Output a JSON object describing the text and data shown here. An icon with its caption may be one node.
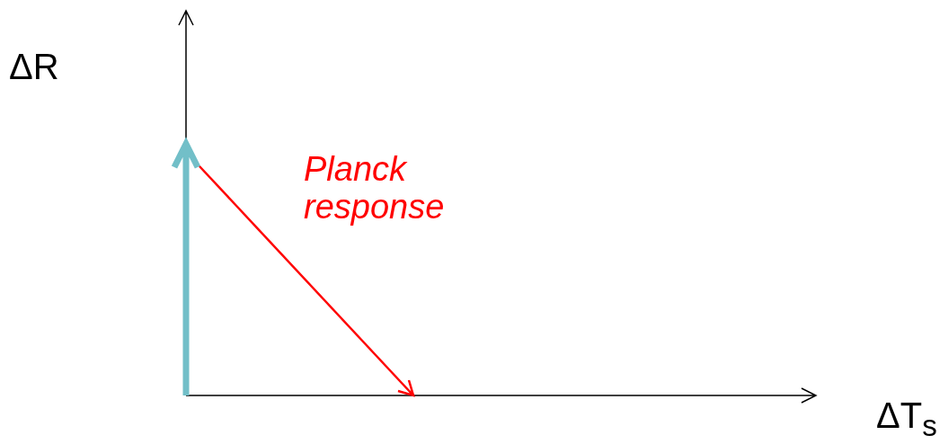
{
  "diagram": {
    "labels": [
      "ΔR",
      "Planck response",
      "ΔT$_{s}$"
    ]
  }
}
